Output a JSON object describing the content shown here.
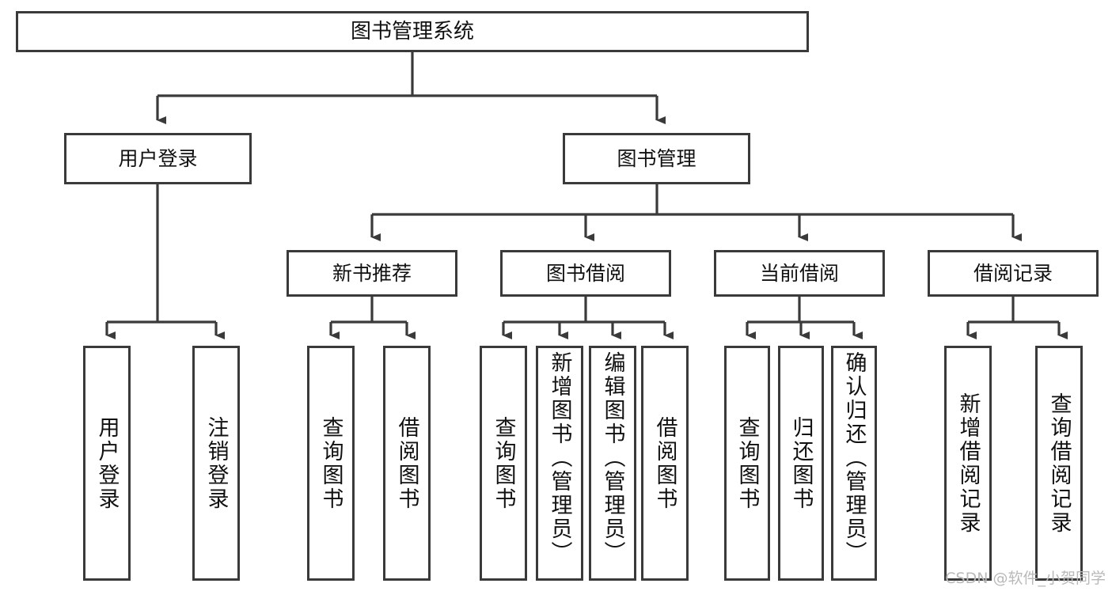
{
  "diagram": {
    "type": "tree-hierarchy-flowchart",
    "title": "图书管理系统",
    "watermark": "CSDN @软件_小贺同学",
    "colors": {
      "node_border": "#3a3a3a",
      "node_fill": "#ffffff",
      "connector": "#3a3a3a",
      "text": "#111111",
      "watermark": "#b9b9b9",
      "background": "#ffffff"
    },
    "nodes": {
      "root": {
        "label": "图书管理系统"
      },
      "level2": [
        {
          "id": "user-login",
          "label": "用户登录"
        },
        {
          "id": "book-management",
          "label": "图书管理"
        }
      ],
      "level3": [
        {
          "id": "new-book-recommend",
          "label": "新书推荐"
        },
        {
          "id": "book-borrow",
          "label": "图书借阅"
        },
        {
          "id": "current-borrow",
          "label": "当前借阅"
        },
        {
          "id": "borrow-record",
          "label": "借阅记录"
        }
      ],
      "leaves": {
        "user-login": [
          {
            "id": "leaf-user-login",
            "label": "用户登录"
          },
          {
            "id": "leaf-logout-login",
            "label": "注销登录"
          }
        ],
        "new-book-recommend": [
          {
            "id": "leaf-query-book-1",
            "label": "查询图书"
          },
          {
            "id": "leaf-borrow-book-1",
            "label": "借阅图书"
          }
        ],
        "book-borrow": [
          {
            "id": "leaf-query-book-2",
            "label": "查询图书"
          },
          {
            "id": "leaf-add-book-admin",
            "label": "新增图书（管理员）"
          },
          {
            "id": "leaf-edit-book-admin",
            "label": "编辑图书（管理员）"
          },
          {
            "id": "leaf-borrow-book-2",
            "label": "借阅图书"
          }
        ],
        "current-borrow": [
          {
            "id": "leaf-query-book-3",
            "label": "查询图书"
          },
          {
            "id": "leaf-return-book",
            "label": "归还图书"
          },
          {
            "id": "leaf-confirm-return-admin",
            "label": "确认归还（管理员）"
          }
        ],
        "borrow-record": [
          {
            "id": "leaf-add-borrow-record",
            "label": "新增借阅记录"
          },
          {
            "id": "leaf-query-borrow-record",
            "label": "查询借阅记录"
          }
        ]
      }
    }
  }
}
